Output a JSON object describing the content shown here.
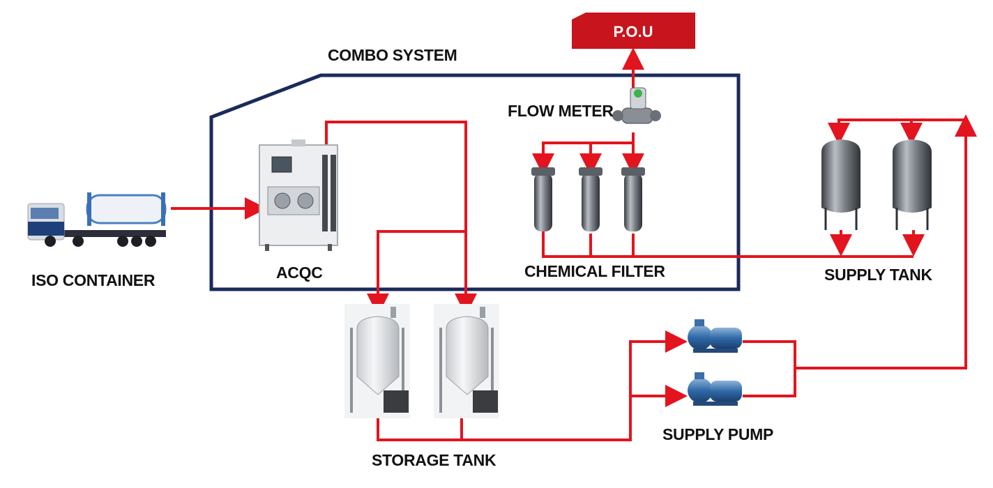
{
  "title": "COMBO SYSTEM",
  "pou": "P.O.U",
  "labels": {
    "iso_container": "ISO CONTAINER",
    "acqc": "ACQC",
    "flow_meter": "FLOW METER",
    "chemical_filter": "CHEMICAL FILTER",
    "supply_tank": "SUPPLY TANK",
    "storage_tank": "STORAGE TANK",
    "supply_pump": "SUPPLY PUMP"
  },
  "colors": {
    "pipe": "#e3141e",
    "combo_frame": "#1b2a5c",
    "pou_box": "#c8141c"
  }
}
